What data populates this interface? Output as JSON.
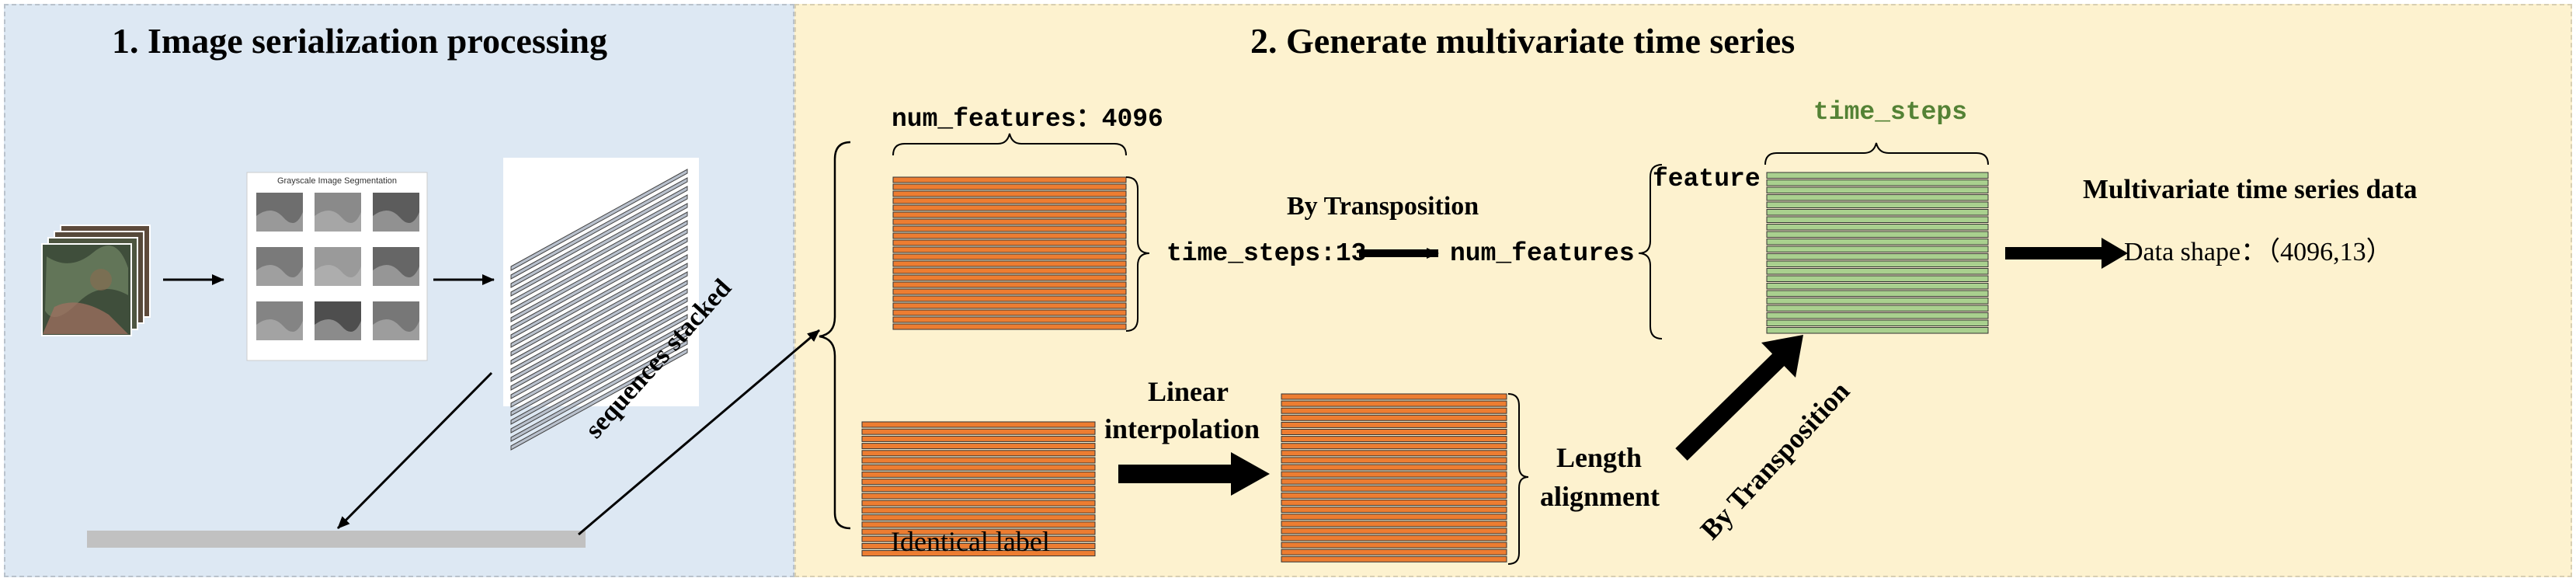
{
  "sections": {
    "left_title": "1. Image serialization processing",
    "right_title": "2. Generate multivariate time series"
  },
  "thumbnail": {
    "title": "Grayscale Image Segmentation"
  },
  "labels": {
    "sequences_stacked": "sequences stacked",
    "num_features_top": "num_features：4096",
    "time_steps_13": "time_steps:13",
    "by_transposition_top": "By Transposition",
    "num_features_mid": "num_features",
    "feature": "feature",
    "time_steps": "time_steps",
    "multivariate_title": "Multivariate time series data",
    "data_shape": "Data shape：（4096,13）",
    "linear_interpolation_1": "Linear",
    "linear_interpolation_2": "interpolation",
    "identical_label": "Identical label",
    "length_alignment_1": "Length",
    "length_alignment_2": "alignment",
    "by_transposition_diag": "By Transposition"
  },
  "colors": {
    "left_bg": "#dde8f3",
    "right_bg": "#fdf2cf",
    "orange_bar": "#ed7d31",
    "green_bar": "#a9d08e",
    "green_text": "#548235"
  }
}
